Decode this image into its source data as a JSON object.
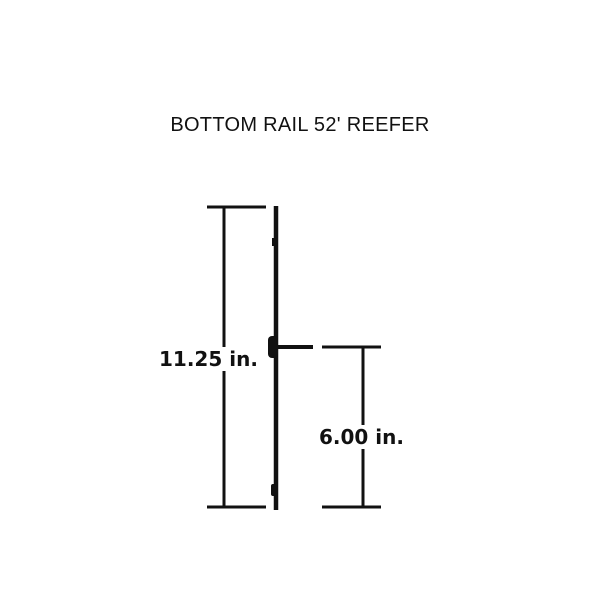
{
  "title": "BOTTOM RAIL 52' REEFER",
  "dimensions": {
    "total_height": "11.25 in.",
    "flange_height": "6.00 in."
  },
  "colors": {
    "line": "#111111",
    "background": "#ffffff"
  }
}
